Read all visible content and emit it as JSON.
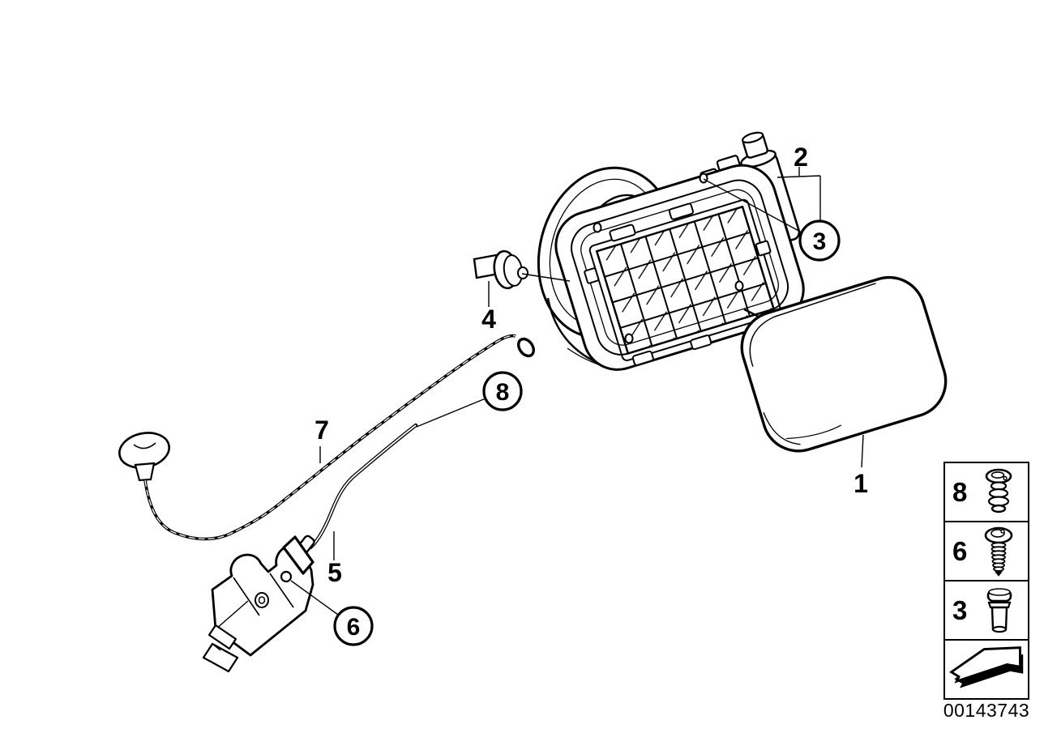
{
  "colors": {
    "background": "#ffffff",
    "line": "#000000"
  },
  "callouts": {
    "c1": {
      "label": "1",
      "circled": false,
      "points_to": "fuel-filler-flap"
    },
    "c2": {
      "label": "2",
      "circled": false,
      "points_to": "drain-hose"
    },
    "c3": {
      "label": "3",
      "circled": true,
      "points_to": "flange-hole"
    },
    "c4": {
      "label": "4",
      "circled": false,
      "points_to": "buffer-grommet"
    },
    "c5": {
      "label": "5",
      "circled": false,
      "points_to": "release-rod"
    },
    "c6": {
      "label": "6",
      "circled": true,
      "points_to": "actuator-screw"
    },
    "c7": {
      "label": "7",
      "circled": false,
      "points_to": "release-cable"
    },
    "c8": {
      "label": "8",
      "circled": true,
      "points_to": "rod-end"
    }
  },
  "legend": {
    "rows": [
      {
        "label": "8",
        "icon": "expanding-rivet-screw-icon"
      },
      {
        "label": "6",
        "icon": "washer-head-screw-icon"
      },
      {
        "label": "3",
        "icon": "stud-pin-icon"
      }
    ],
    "arrow_icon": "direction-arrow-icon"
  },
  "part_number": "00143743"
}
